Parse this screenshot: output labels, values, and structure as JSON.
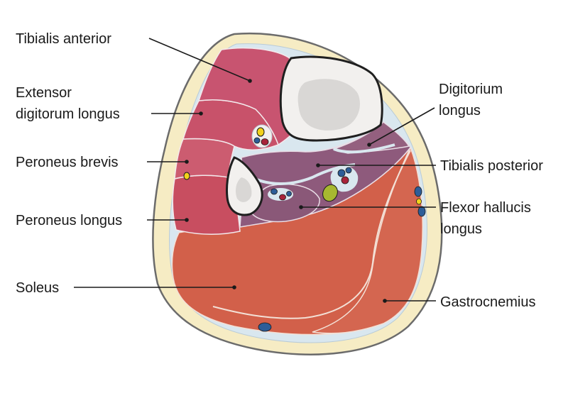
{
  "diagram": {
    "labels": {
      "tibialis_anterior": "Tibialis anterior",
      "extensor_line1": "Extensor",
      "extensor_line2": "digitorum longus",
      "peroneus_brevis": "Peroneus brevis",
      "peroneus_longus": "Peroneus longus",
      "soleus": "Soleus",
      "digitorium_line1": "Digitorium",
      "digitorium_line2": "longus",
      "tibialis_posterior": "Tibialis posterior",
      "flexor_line1": "Flexor hallucis",
      "flexor_line2": "longus",
      "gastrocnemius": "Gastrocnemius"
    },
    "colors": {
      "skin_outline": "#6b6b6b",
      "fat": "#f6ecc4",
      "fascia": "#d9e7ef",
      "anterior_muscle": "#c8526a",
      "lateral_muscle": "#c84e60",
      "deep_posterior_muscle": "#8e5a7c",
      "superficial_posterior_muscle": "#d2604a",
      "bone_cortex": "#f2f0ee",
      "bone_marrow": "#d9d7d5",
      "vein": "#2d5d98",
      "artery": "#a8243a",
      "nerve": "#f2d21c"
    }
  }
}
